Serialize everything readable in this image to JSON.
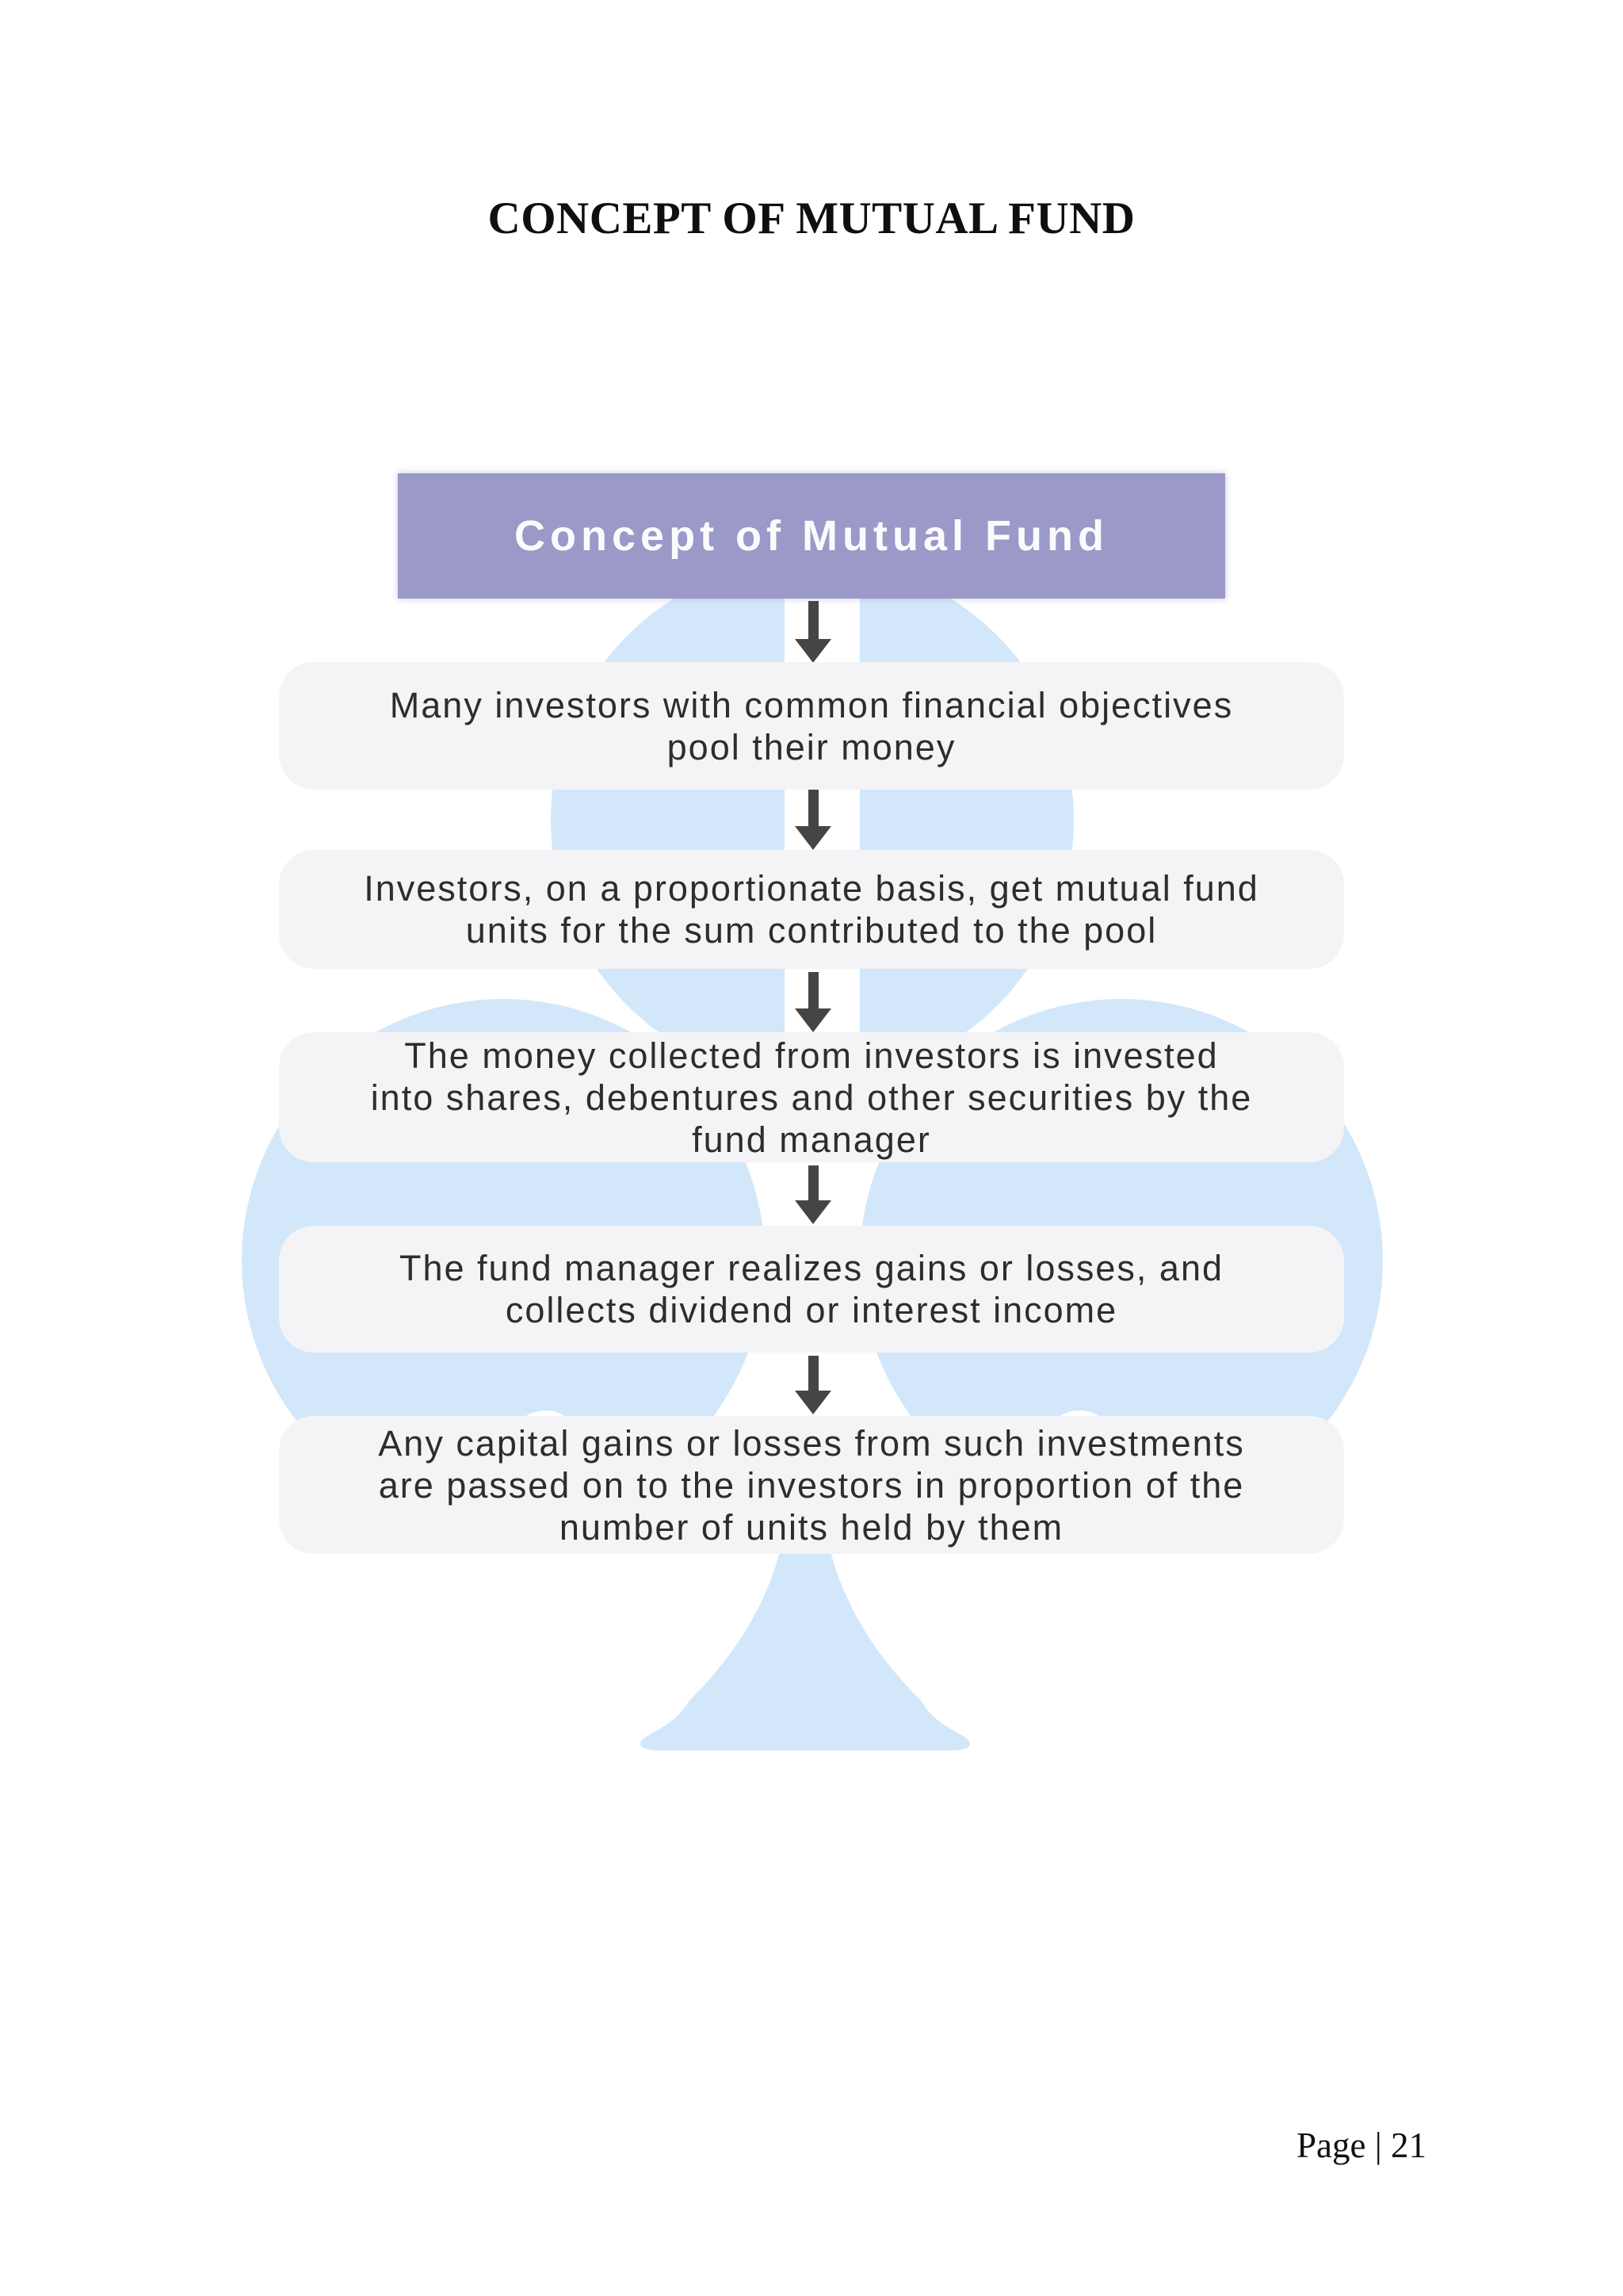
{
  "page": {
    "title": "CONCEPT OF MUTUAL FUND",
    "footer": "Page | 21"
  },
  "flowchart": {
    "header": {
      "label": "Concept of Mutual Fund",
      "bg_color": "#9b99c7",
      "text_color": "#fbfbfe"
    },
    "steps": [
      {
        "text": "Many investors with common financial objectives\npool their money"
      },
      {
        "text": "Investors, on a proportionate basis, get mutual fund\nunits for the sum contributed to the pool"
      },
      {
        "text": "The money collected from investors is invested\ninto shares, debentures and other securities by the\nfund manager"
      },
      {
        "text": "The fund manager realizes gains or losses, and\ncollects dividend or interest income"
      },
      {
        "text": "Any capital gains or losses from such investments\nare passed on to the investors in proportion of the\nnumber of units held by them"
      }
    ],
    "arrow_icon": "down-arrow",
    "colors": {
      "background_shape_blue": "#d2e7fa",
      "step_box_fill": "#f4f4f6",
      "arrow_gray": "#454545",
      "step_text": "#2d2d2d"
    }
  }
}
